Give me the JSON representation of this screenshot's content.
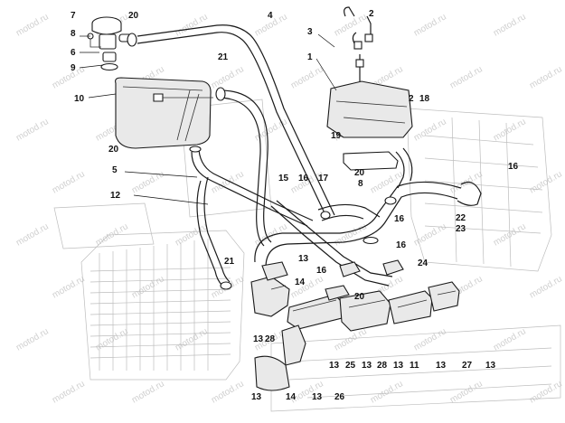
{
  "watermark": "motod.ru",
  "callouts": [
    {
      "id": "c-7",
      "text": "7"
    },
    {
      "id": "c-20a",
      "text": "20"
    },
    {
      "id": "c-4",
      "text": "4"
    },
    {
      "id": "c-2a",
      "text": "2"
    },
    {
      "id": "c-8a",
      "text": "8"
    },
    {
      "id": "c-3",
      "text": "3"
    },
    {
      "id": "c-6",
      "text": "6"
    },
    {
      "id": "c-9",
      "text": "9"
    },
    {
      "id": "c-1",
      "text": "1"
    },
    {
      "id": "c-21a",
      "text": "21"
    },
    {
      "id": "c-10",
      "text": "10"
    },
    {
      "id": "c-2b",
      "text": "2"
    },
    {
      "id": "c-18",
      "text": "18"
    },
    {
      "id": "c-19",
      "text": "19"
    },
    {
      "id": "c-20b",
      "text": "20"
    },
    {
      "id": "c-5",
      "text": "5"
    },
    {
      "id": "c-20c",
      "text": "20"
    },
    {
      "id": "c-8b",
      "text": "8"
    },
    {
      "id": "c-16a",
      "text": "16"
    },
    {
      "id": "c-15",
      "text": "15"
    },
    {
      "id": "c-16b",
      "text": "16"
    },
    {
      "id": "c-17",
      "text": "17"
    },
    {
      "id": "c-12",
      "text": "12"
    },
    {
      "id": "c-16c",
      "text": "16"
    },
    {
      "id": "c-22",
      "text": "22"
    },
    {
      "id": "c-23",
      "text": "23"
    },
    {
      "id": "c-16d",
      "text": "16"
    },
    {
      "id": "c-13a",
      "text": "13"
    },
    {
      "id": "c-21b",
      "text": "21"
    },
    {
      "id": "c-16e",
      "text": "16"
    },
    {
      "id": "c-24",
      "text": "24"
    },
    {
      "id": "c-14a",
      "text": "14"
    },
    {
      "id": "c-20d",
      "text": "20"
    },
    {
      "id": "c-13b",
      "text": "13"
    },
    {
      "id": "c-28a",
      "text": "28"
    },
    {
      "id": "c-13c",
      "text": "13"
    },
    {
      "id": "c-25",
      "text": "25"
    },
    {
      "id": "c-13d",
      "text": "13"
    },
    {
      "id": "c-28b",
      "text": "28"
    },
    {
      "id": "c-13e",
      "text": "13"
    },
    {
      "id": "c-11",
      "text": "11"
    },
    {
      "id": "c-13f",
      "text": "13"
    },
    {
      "id": "c-27",
      "text": "27"
    },
    {
      "id": "c-13g",
      "text": "13"
    },
    {
      "id": "c-13h",
      "text": "13"
    },
    {
      "id": "c-14b",
      "text": "14"
    },
    {
      "id": "c-13i",
      "text": "13"
    },
    {
      "id": "c-26",
      "text": "26"
    }
  ]
}
